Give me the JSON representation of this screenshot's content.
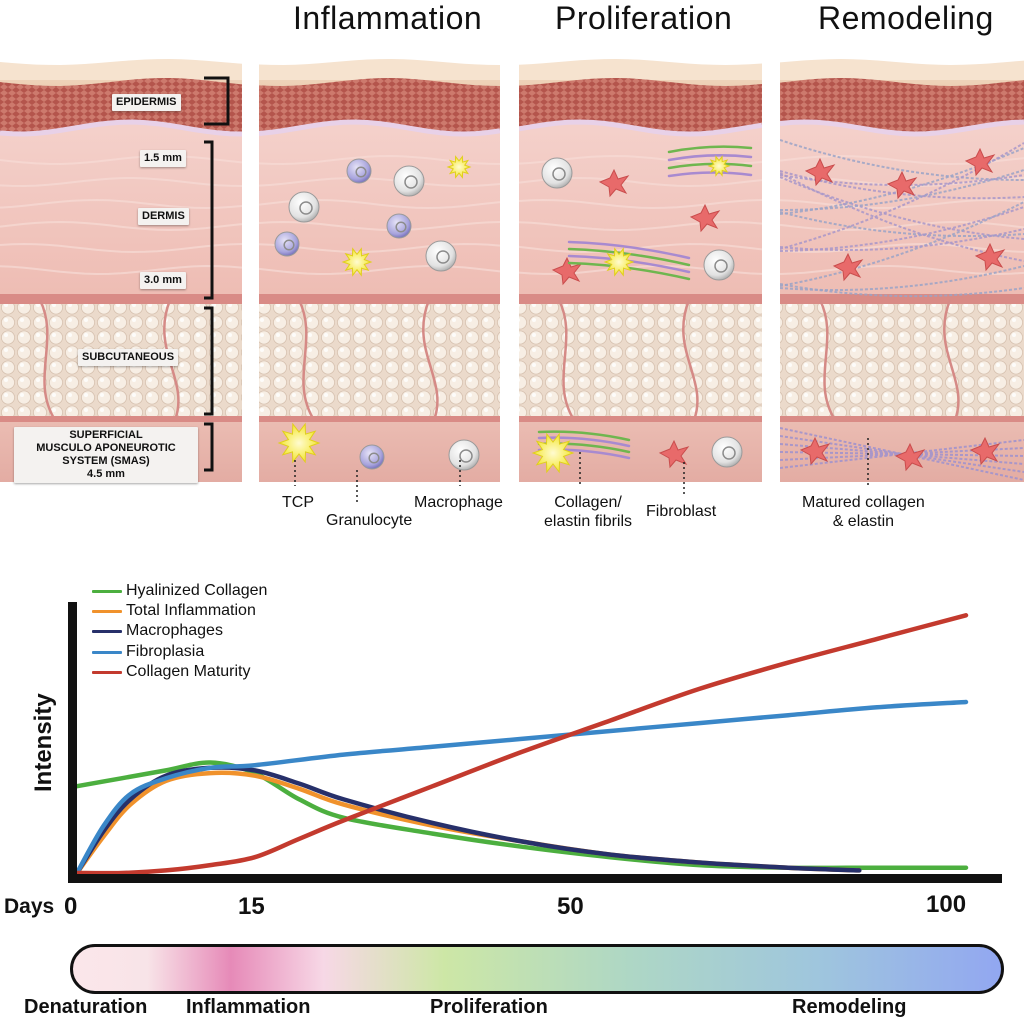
{
  "phase_titles": [
    "Inflammation",
    "Proliferation",
    "Remodeling"
  ],
  "skin_layers": {
    "epidermis": "EPIDERMIS",
    "depth_1": "1.5 mm",
    "dermis": "DERMIS",
    "depth_2": "3.0 mm",
    "subcutaneous": "SUBCUTANEOUS",
    "smas_line1": "SUPERFICIAL",
    "smas_line2": "MUSCULO APONEUROTIC",
    "smas_line3": "SYSTEM (SMAS)",
    "smas_line4": "4.5 mm"
  },
  "callouts": {
    "tcp": "TCP",
    "granulocyte": "Granulocyte",
    "macrophage": "Macrophage",
    "collagen_line1": "Collagen/",
    "collagen_line2": "elastin fibrils",
    "fibroblast": "Fibroblast",
    "matured_line1": "Matured collagen",
    "matured_line2": "& elastin"
  },
  "colors": {
    "hyalinized": "#4caf3f",
    "inflammation": "#f0922c",
    "macrophages": "#27306a",
    "fibroplasia": "#3a87c8",
    "collagen_maturity": "#c33a2e",
    "axis": "#111111"
  },
  "chart_data": {
    "type": "line",
    "ylabel": "Intensity",
    "xlabel": "Days",
    "x_ticks": [
      "0",
      "15",
      "50",
      "100"
    ],
    "xlim": [
      0,
      100
    ],
    "ylim": [
      0,
      100
    ],
    "series": [
      {
        "name": "Hyalinized Collagen",
        "color_key": "hyalinized",
        "x": [
          0,
          5,
          10,
          15,
          20,
          25,
          30,
          40,
          50,
          60,
          70,
          80,
          90,
          100
        ],
        "y": [
          33,
          36,
          39,
          42,
          38,
          28,
          21,
          15,
          10,
          6,
          3,
          2,
          2,
          2
        ]
      },
      {
        "name": "Total Inflammation",
        "color_key": "inflammation",
        "x": [
          0,
          3,
          6,
          10,
          15,
          20,
          25,
          30,
          40,
          50,
          60,
          70,
          80,
          88
        ],
        "y": [
          0,
          14,
          26,
          35,
          38,
          37,
          32,
          26,
          18,
          12,
          7,
          4,
          2,
          1
        ]
      },
      {
        "name": "Macrophages",
        "color_key": "macrophages",
        "x": [
          0,
          3,
          6,
          10,
          15,
          20,
          25,
          30,
          40,
          50,
          60,
          70,
          80,
          88
        ],
        "y": [
          0,
          16,
          28,
          37,
          40,
          39,
          34,
          28,
          19,
          12,
          7,
          4,
          2,
          1
        ]
      },
      {
        "name": "Fibroplasia",
        "color_key": "fibroplasia",
        "x": [
          0,
          3,
          6,
          10,
          15,
          20,
          30,
          40,
          50,
          60,
          70,
          80,
          90,
          100
        ],
        "y": [
          0,
          18,
          30,
          36,
          40,
          41,
          45,
          48,
          51,
          54,
          57,
          60,
          63,
          65
        ]
      },
      {
        "name": "Collagen Maturity",
        "color_key": "collagen_maturity",
        "x": [
          0,
          5,
          10,
          15,
          20,
          25,
          30,
          40,
          50,
          60,
          70,
          80,
          90,
          100
        ],
        "y": [
          0,
          0,
          1,
          3,
          6,
          13,
          20,
          33,
          46,
          58,
          70,
          80,
          89,
          98
        ]
      }
    ]
  },
  "phase_bar": {
    "labels": [
      "Denaturation",
      "Inflammation",
      "Proliferation",
      "Remodeling"
    ],
    "gradient": [
      "#fbe6ea",
      "#f8e4e8",
      "#e68ab8",
      "#f7d8e6",
      "#cde7a6",
      "#aed7c5",
      "#9fc6dd",
      "#92a7f1"
    ]
  }
}
